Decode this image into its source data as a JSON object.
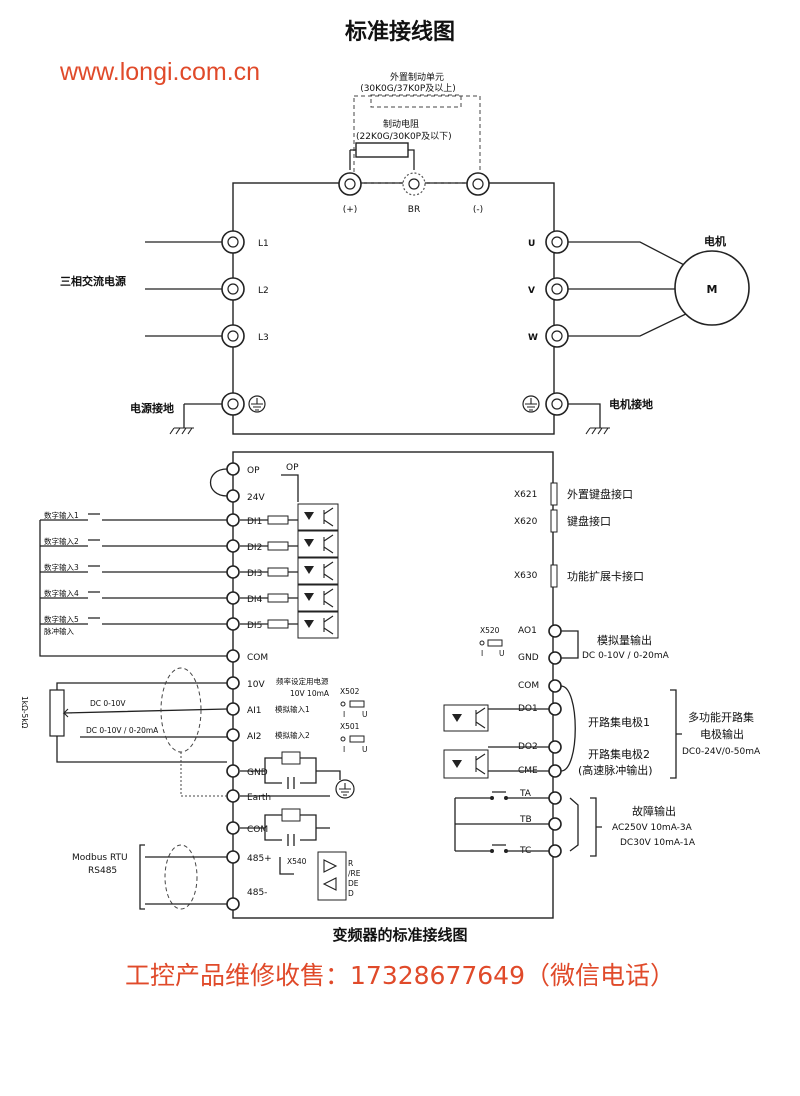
{
  "title": "标准接线图",
  "website": "www.longi.com.cn",
  "caption": "变频器的标准接线图",
  "contact": "工控产品维修收售：17328677649（微信电话）",
  "top": {
    "brake_unit": "外置制动单元",
    "brake_unit_range": "(30K0G/37K0P及以上)",
    "brake_resistor": "制动电阻",
    "brake_resistor_range": "(22K0G/30K0P及以下)",
    "dc_terminals": [
      "(+)",
      "BR",
      "(-)"
    ],
    "power_source": "三相交流电源",
    "input_terminals": [
      "L1",
      "L2",
      "L3"
    ],
    "output_terminals": [
      "U",
      "V",
      "W"
    ],
    "motor_label": "电机",
    "motor_symbol": "M",
    "power_ground": "电源接地",
    "motor_ground": "电机接地"
  },
  "control": {
    "left_terminals": [
      "OP",
      "24V",
      "DI1",
      "DI2",
      "DI3",
      "DI4",
      "DI5",
      "COM",
      "10V",
      "AI1",
      "AI2",
      "GND",
      "Earth",
      "COM",
      "485+",
      "485-"
    ],
    "op_label": "OP",
    "digital_inputs": [
      "数字输入1",
      "数字输入2",
      "数字输入3",
      "数字输入4",
      "数字输入5"
    ],
    "pulse_input": "脉冲输入",
    "pot_label": "1kΩ-5kΩ",
    "dc_0_10v": "DC 0-10V",
    "dc_0_10v_20ma": "DC 0-10V / 0-20mA",
    "freq_supply": "频率设定用电源",
    "freq_supply_rating": "10V 10mA",
    "analog_in1": "模拟输入1",
    "analog_in2": "模拟输入2",
    "jumpers": [
      "X502",
      "X501",
      "X520",
      "X540"
    ],
    "jumper_pins": [
      "I",
      "U"
    ],
    "modbus": "Modbus RTU",
    "rs485": "RS485",
    "rs485_pins": [
      "R",
      "/RE",
      "DE",
      "D"
    ],
    "connectors": [
      {
        "code": "X621",
        "desc": "外置键盘接口"
      },
      {
        "code": "X620",
        "desc": "键盘接口"
      },
      {
        "code": "X630",
        "desc": "功能扩展卡接口"
      }
    ],
    "right_terminals": [
      "AO1",
      "GND",
      "COM",
      "DO1",
      "DO2",
      "CME",
      "TA",
      "TB",
      "TC"
    ],
    "analog_out": "模拟量输出",
    "analog_out_spec": "DC 0-10V / 0-20mA",
    "oc1": "开路集电极1",
    "oc2": "开路集电极2",
    "oc2_sub": "(高速脉冲输出)",
    "multi_oc": "多功能开路集",
    "multi_oc2": "电极输出",
    "multi_oc_spec": "DC0-24V/0-50mA",
    "fault_out": "故障输出",
    "fault_spec1": "AC250V 10mA-3A",
    "fault_spec2": "DC30V 10mA-1A"
  }
}
